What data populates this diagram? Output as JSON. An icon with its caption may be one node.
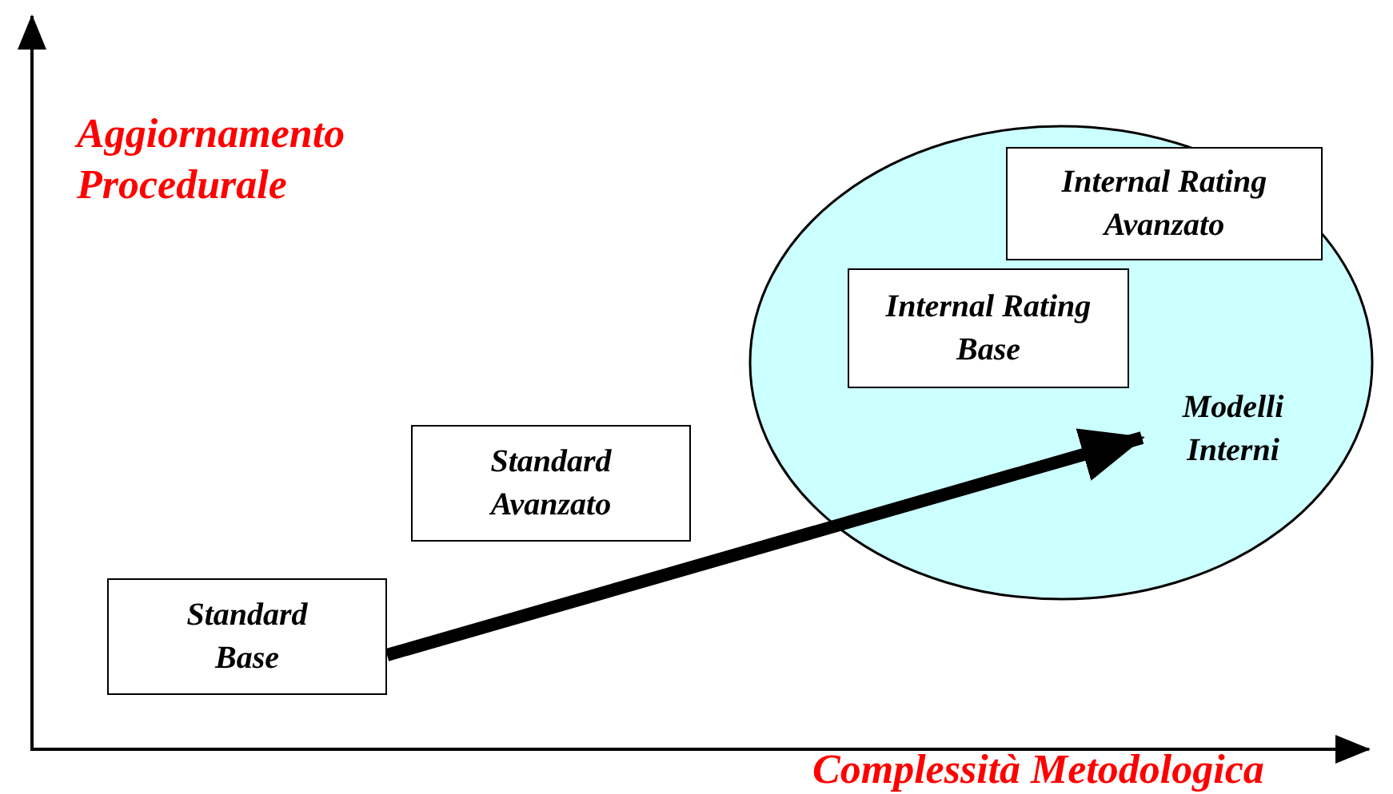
{
  "diagram": {
    "nodes": [
      {
        "text": [
          "Standard Base"
        ]
      },
      {
        "text": [
          "Standard Avanzato"
        ]
      },
      {
        "text": [],
        "shape": "ellipse"
      },
      {
        "text": [
          "Internal Rating Avanzato"
        ],
        "in": 2
      },
      {
        "text": [
          "Internal Rating Base"
        ],
        "in": 2
      },
      {
        "text": [
          "Modelli Interni"
        ],
        "in": 2
      }
    ],
    "edges": [
      {
        "from": 0,
        "to": 5,
        "arrow": "to"
      }
    ],
    "labels": [
      "Aggiornamento Procedurale",
      "Complessità Metodologica"
    ]
  }
}
